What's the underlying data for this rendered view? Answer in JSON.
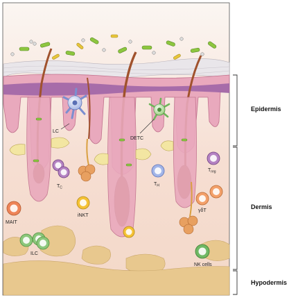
{
  "regions": [
    {
      "label": "Epidermis"
    },
    {
      "label": "Dermis"
    },
    {
      "label": "Hypodermis"
    }
  ],
  "cell_labels": {
    "lc": "LC",
    "detc": "DETC",
    "tc_base": "T",
    "tc_sub": "C",
    "th_base": "T",
    "th_sub": "H",
    "treg_base": "T",
    "treg_sub": "reg",
    "gdt": "γδT",
    "mait": "MAIT",
    "inkt": "iNKT",
    "ilc": "ILC",
    "nk": "NK cells"
  },
  "colors": {
    "background": "#f6ded2",
    "epidermis_pink": "#e9a9bd",
    "basal_purple": "#9b62a6",
    "stratum_corneum": "#e9e6ea",
    "hair": "#a0522d",
    "bacteria": "#8dc63f",
    "fat": "#e8c88e",
    "lc_cell": "#a9b8e6",
    "detc_cell": "#9bd07f",
    "tc_cell": "#b482c2",
    "th_cell": "#a2b5e8",
    "treg_cell": "#b482c2",
    "gdt_cell": "#f3a06a",
    "mait_cell": "#ee8458",
    "inkt_cell": "#f5c234",
    "ilc_cell": "#8cc77b",
    "nk_cell": "#6fb864"
  }
}
